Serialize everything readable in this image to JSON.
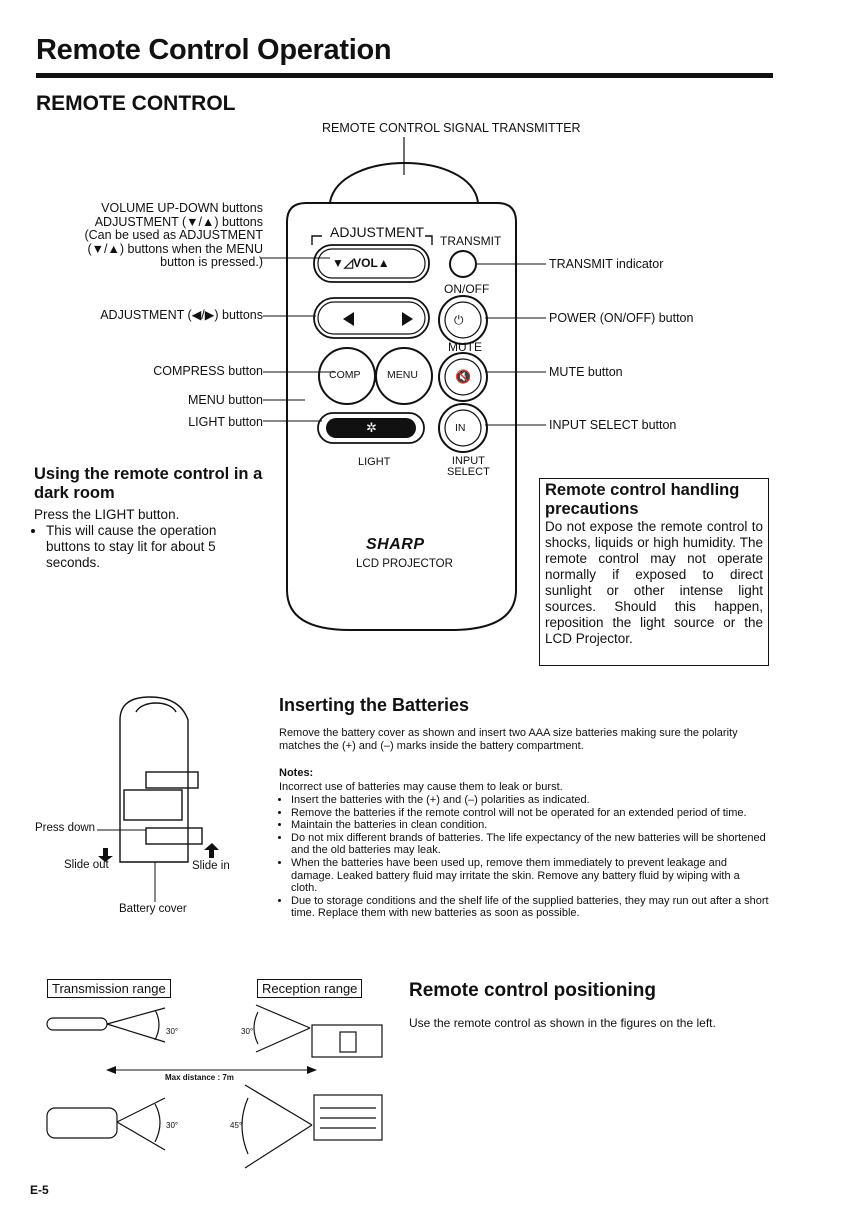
{
  "header": {
    "title": "Remote Control Operation",
    "section": "REMOTE CONTROL"
  },
  "diagram": {
    "signal_transmitter": "REMOTE CONTROL SIGNAL TRANSMITTER",
    "left_labels": {
      "volume": "VOLUME UP-DOWN buttons\nADJUSTMENT (▼/▲) buttons\n(Can be used as ADJUSTMENT\n(▼/▲) buttons when the MENU\nbutton is pressed.)",
      "adjust_lr": "ADJUSTMENT (◀/▶) buttons",
      "compress": "COMPRESS button",
      "menu": "MENU button",
      "light": "LIGHT button"
    },
    "right_labels": {
      "transmit": "TRANSMIT indicator",
      "power": "POWER (ON/OFF) button",
      "mute": "MUTE button",
      "input": "INPUT SELECT button"
    },
    "remote": {
      "adjustment": "ADJUSTMENT",
      "transmit": "TRANSMIT",
      "vol": "▼◿VOL▲",
      "onoff": "ON/OFF",
      "mute": "MUTE",
      "comp": "COMP",
      "menu": "MENU",
      "in": "IN",
      "light": "LIGHT",
      "input_select": "INPUT\nSELECT",
      "brand": "SHARP",
      "product": "LCD PROJECTOR"
    }
  },
  "dark_room": {
    "title": "Using the remote control in a dark room",
    "intro": "Press the LIGHT button.",
    "bullet": "This will cause the operation buttons to stay lit for about 5 seconds."
  },
  "precautions": {
    "title": "Remote control handling precautions",
    "text": "Do not expose the remote control to shocks, liquids or high humidity. The remote control may not operate normally if exposed to direct sunlight or other intense light sources. Should this happen, reposition the light source or the LCD Projector."
  },
  "battery_figure": {
    "press_down": "Press down",
    "slide_out": "Slide out",
    "slide_in": "Slide in",
    "cover": "Battery cover"
  },
  "batteries": {
    "title": "Inserting the Batteries",
    "intro": "Remove the battery cover as shown and insert two AAA size batteries making sure the polarity matches the (+) and (–) marks inside the battery compartment.",
    "notes_title": "Notes:",
    "notes_intro": "Incorrect use of batteries may cause them to leak or burst.",
    "notes": [
      "Insert the batteries with the (+) and (–) polarities as indicated.",
      "Remove the batteries if the remote control will not be operated for an extended period of time.",
      "Maintain the batteries in clean condition.",
      "Do not mix different brands of batteries. The life expectancy of the new batteries will be shortened and the old batteries may leak.",
      "When the batteries have been used up, remove them immediately to prevent leakage and damage. Leaked battery fluid may irritate the skin. Remove any battery fluid by wiping with a cloth.",
      "Due to storage conditions and the shelf life of the supplied batteries, they may run out after a short time. Replace them with new batteries as soon as possible."
    ]
  },
  "range": {
    "transmission": "Transmission range",
    "reception": "Reception range",
    "angle_30a": "30°",
    "angle_30b": "30°",
    "angle_30c": "30°",
    "angle_45": "45°",
    "max_distance": "Max distance : 7m"
  },
  "positioning": {
    "title": "Remote control positioning",
    "text": "Use the remote control as shown in the figures on the left."
  },
  "footer": {
    "page": "E-5"
  }
}
